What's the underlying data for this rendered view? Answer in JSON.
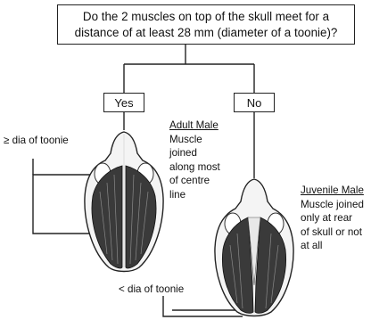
{
  "question": {
    "line1": "Do the 2 muscles on top of the skull meet for a",
    "line2": "distance of at least 28 mm (diameter of a toonie)?"
  },
  "answers": {
    "yes": "Yes",
    "no": "No"
  },
  "adult": {
    "title": "Adult Male",
    "lines": [
      "Muscle",
      "joined",
      "along most",
      "of centre",
      "line"
    ]
  },
  "juvenile": {
    "title": "Juvenile Male",
    "lines": [
      "Muscle joined",
      "only at rear",
      "of skull or not",
      "at all"
    ]
  },
  "measure": {
    "adult_label": "≥ dia of toonie",
    "juvenile_label": "< dia of toonie"
  },
  "colors": {
    "line": "#222222",
    "bone": "#f4f4f4",
    "muscle_dark": "#2e2e2e",
    "muscle_mid": "#7a7a7a"
  }
}
